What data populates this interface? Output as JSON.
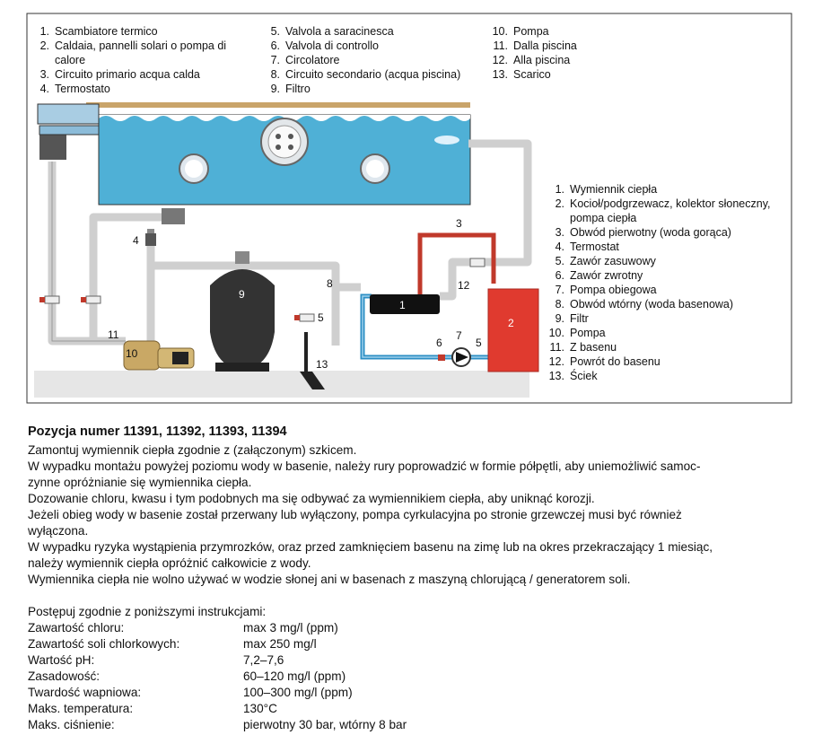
{
  "legend_it": [
    {
      "num": "1.",
      "text": "Scambiatore termico"
    },
    {
      "num": "2.",
      "text": "Caldaia, pannelli solari o pompa di",
      "cont": "calore"
    },
    {
      "num": "3.",
      "text": "Circuito primario acqua calda"
    },
    {
      "num": "4.",
      "text": "Termostato"
    },
    {
      "num": "5.",
      "text": "Valvola a saracinesca"
    },
    {
      "num": "6.",
      "text": "Valvola di controllo"
    },
    {
      "num": "7.",
      "text": "Circolatore"
    },
    {
      "num": "8.",
      "text": "Circuito secondario (acqua piscina)"
    },
    {
      "num": "9.",
      "text": "Filtro"
    },
    {
      "num": "10.",
      "text": "Pompa"
    },
    {
      "num": "11.",
      "text": "Dalla piscina"
    },
    {
      "num": "12.",
      "text": "Alla piscina"
    },
    {
      "num": "13.",
      "text": "Scarico"
    }
  ],
  "legend_pl": [
    {
      "num": "1.",
      "text": "Wymiennik ciepła"
    },
    {
      "num": "2.",
      "text": "Kocioł/podgrzewacz, kolektor słoneczny,",
      "cont": "pompa ciepła"
    },
    {
      "num": "3.",
      "text": "Obwód pierwotny (woda gorąca)"
    },
    {
      "num": "4.",
      "text": "Termostat"
    },
    {
      "num": "5.",
      "text": "Zawór zasuwowy"
    },
    {
      "num": "6.",
      "text": "Zawór zwrotny"
    },
    {
      "num": "7.",
      "text": "Pompa obiegowa"
    },
    {
      "num": "8.",
      "text": "Obwód wtórny (woda basenowa)"
    },
    {
      "num": "9.",
      "text": "Filtr"
    },
    {
      "num": "10.",
      "text": "Pompa"
    },
    {
      "num": "11.",
      "text": "Z basenu"
    },
    {
      "num": "12.",
      "text": "Powrót do basenu"
    },
    {
      "num": "13.",
      "text": "Ściek"
    }
  ],
  "diagram_labels": {
    "n1": "1",
    "n2": "2",
    "n3": "3",
    "n4": "4",
    "n5a": "5",
    "n5b": "5",
    "n6": "6",
    "n7": "7",
    "n8": "8",
    "n9": "9",
    "n10": "10",
    "n11": "11",
    "n12": "12",
    "n13": "13"
  },
  "colors": {
    "pool_water": "#4fb0d6",
    "hot_pipe": "#c0392b",
    "cold_pipe": "#2d8fc4",
    "boiler": "#e03a2f",
    "pipe_grey": "#cfcfcf",
    "pump_brass": "#c9a865",
    "ground": "#e5e5e5"
  },
  "section": {
    "title": "Pozycja numer 11391, 11392, 11393, 11394",
    "paragraphs": [
      "Zamontuj wymiennik ciepła zgodnie z (załączonym) szkicem.",
      "W wypadku montażu powyżej poziomu wody w basenie, należy rury poprowadzić w formie półpętli, aby uniemożliwić samoc-",
      "zynne opróżnianie się wymiennika ciepła.",
      "Dozowanie chloru, kwasu i tym podobnych ma się odbywać za wymiennikiem ciepła, aby uniknąć korozji.",
      "Jeżeli obieg wody w basenie został przerwany lub wyłączony, pompa cyrkulacyjna po stronie grzewczej musi być również",
      "wyłączona.",
      "W wypadku ryzyka wystąpienia przymrozków, oraz przed zamknięciem basenu na zimę lub na okres przekraczający 1 miesiąc,",
      "należy wymiennik ciepła opróżnić całkowicie z wody.",
      "Wymiennika ciepła nie wolno używać w wodzie słonej ani w basenach z maszyną chlorującą / generatorem soli."
    ],
    "spec_intro": "Postępuj zgodnie z poniższymi instrukcjami:",
    "specs": [
      {
        "k": "Zawartość chloru:",
        "v": "max 3 mg/l (ppm)"
      },
      {
        "k": "Zawartość soli chlorkowych:",
        "v": "max 250 mg/l"
      },
      {
        "k": "Wartość pH:",
        "v": "7,2–7,6"
      },
      {
        "k": "Zasadowość:",
        "v": "60–120 mg/l (ppm)"
      },
      {
        "k": "Twardość wapniowa:",
        "v": "100–300 mg/l (ppm)"
      },
      {
        "k": "Maks. temperatura:",
        "v": "130°C"
      },
      {
        "k": "Maks. ciśnienie:",
        "v": "pierwotny 30 bar, wtórny 8 bar"
      }
    ]
  }
}
